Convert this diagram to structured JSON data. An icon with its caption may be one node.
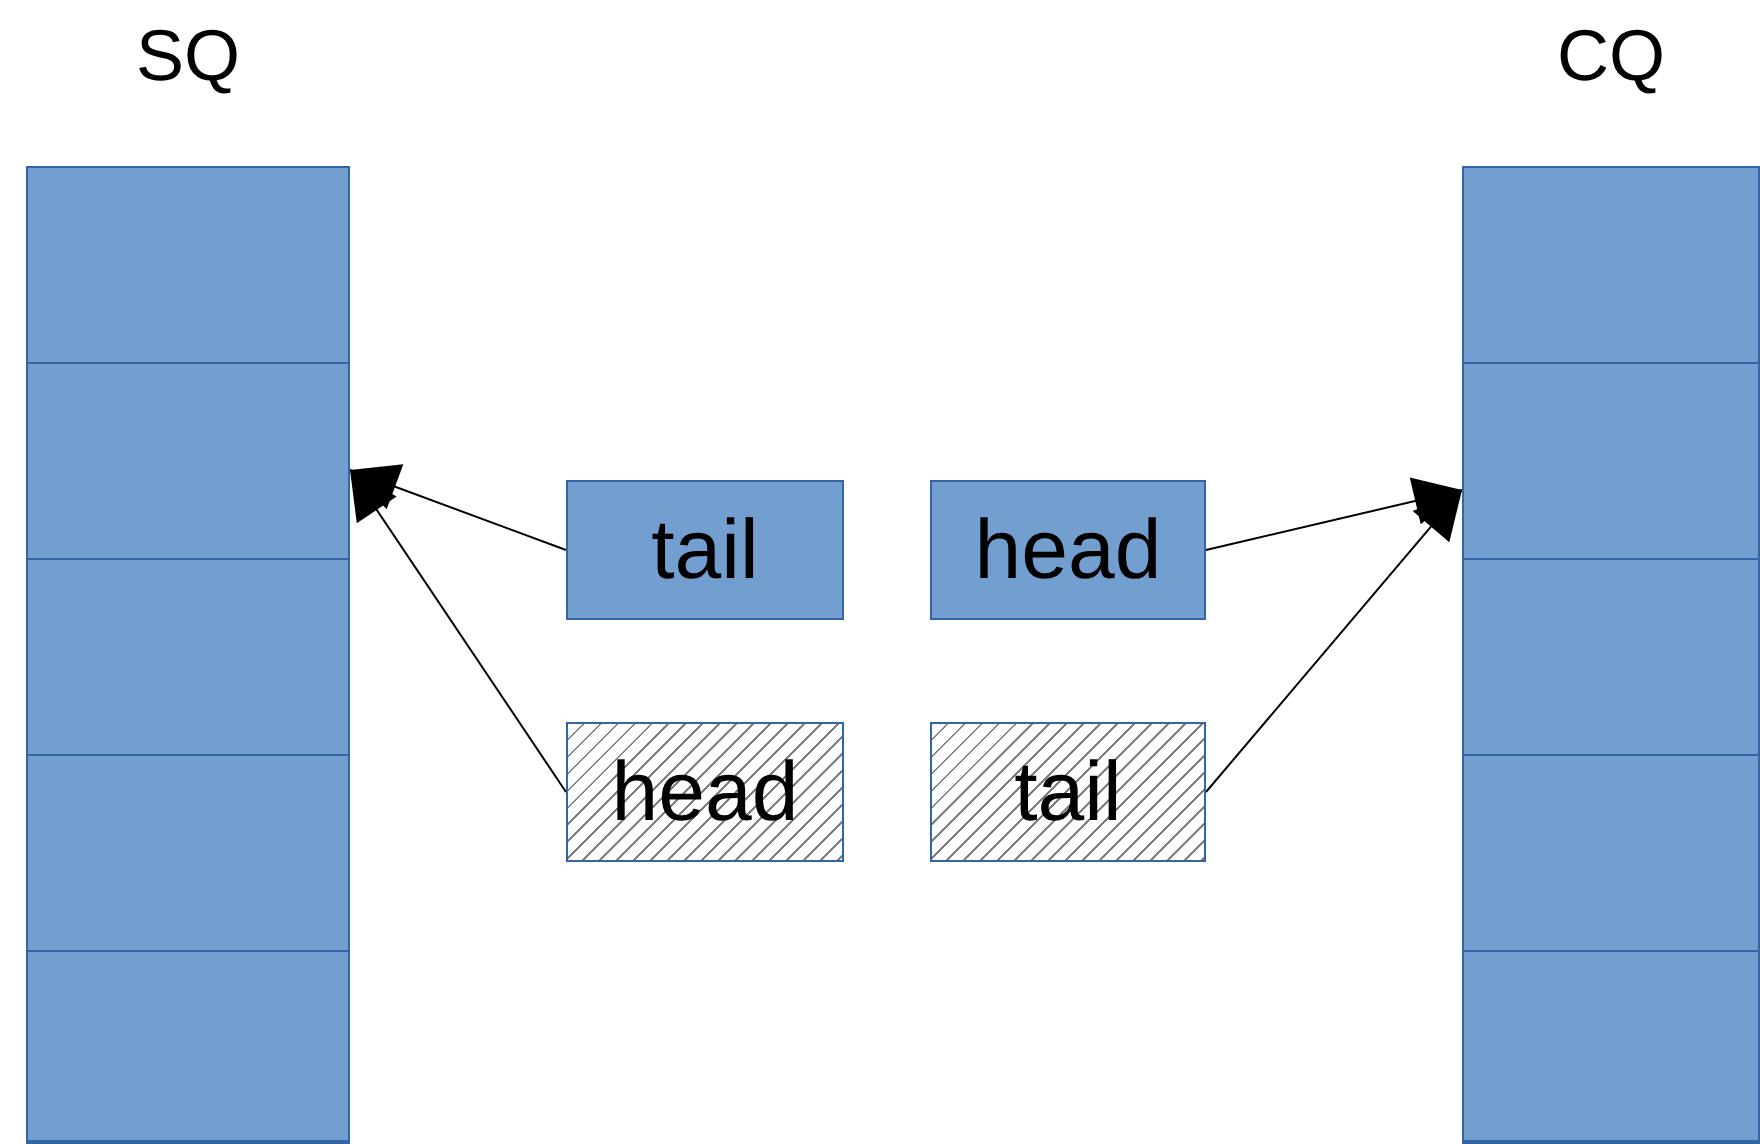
{
  "diagram": {
    "nodes": [
      {
        "text": [
          "SQ"
        ]
      },
      {
        "text": [],
        "shape": "box",
        "in": 0
      },
      {
        "text": [],
        "shape": "box",
        "in": 0
      },
      {
        "text": [],
        "shape": "box",
        "in": 0
      },
      {
        "text": [],
        "shape": "box",
        "in": 0
      },
      {
        "text": [],
        "shape": "box",
        "in": 0
      },
      {
        "text": [
          "CQ"
        ]
      },
      {
        "text": [],
        "shape": "box",
        "in": 6
      },
      {
        "text": [],
        "shape": "box",
        "in": 6
      },
      {
        "text": [],
        "shape": "box",
        "in": 6
      },
      {
        "text": [],
        "shape": "box",
        "in": 6
      },
      {
        "text": [],
        "shape": "box",
        "in": 6
      },
      {
        "text": [
          "tail"
        ]
      },
      {
        "text": [
          "head"
        ]
      },
      {
        "text": [
          "head"
        ]
      },
      {
        "text": [
          "tail"
        ]
      }
    ],
    "edges": [
      {
        "from": 12,
        "to": 2,
        "arrow": "to"
      },
      {
        "from": 14,
        "to": 2,
        "arrow": "to"
      },
      {
        "from": 13,
        "to": 8,
        "arrow": "to"
      },
      {
        "from": 15,
        "to": 8,
        "arrow": "to"
      }
    ]
  }
}
